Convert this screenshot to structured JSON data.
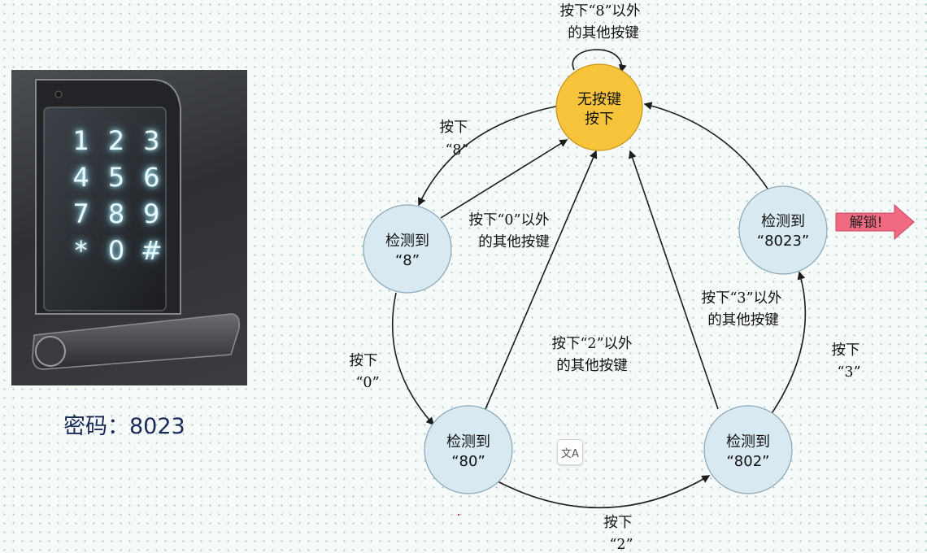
{
  "keypad": {
    "keys": [
      "1",
      "2",
      "3",
      "4",
      "5",
      "6",
      "7",
      "8",
      "9",
      "*",
      "0",
      "#"
    ]
  },
  "password": {
    "text": "密码：8023"
  },
  "diagram": {
    "states": {
      "start": [
        "无按键",
        "按下"
      ],
      "s8": [
        "检测到",
        "“8”"
      ],
      "s80": [
        "检测到",
        "“80”"
      ],
      "s802": [
        "检测到",
        "“802”"
      ],
      "s8023": [
        "检测到",
        "“8023”"
      ]
    },
    "edges": {
      "self_loop": [
        "按下“8”以外",
        "的其他按键"
      ],
      "start_to_8": [
        "按下",
        "“8”"
      ],
      "from8_back": [
        "按下“0”以外",
        "的其他按键"
      ],
      "e8_to_80": [
        "按下",
        "“0”"
      ],
      "from80_back": [
        "按下“2”以外",
        "的其他按键"
      ],
      "e80_to_802": [
        "按下",
        "“2”"
      ],
      "from802_back": [
        "按下“3”以外",
        "的其他按键"
      ],
      "e802_to_8023": [
        "按下",
        "“3”"
      ]
    },
    "unlock_label": "解锁!"
  },
  "translate_icon": "文A",
  "colors": {
    "start_state": "#f6c33a",
    "normal_state": "#d8e9f2",
    "unlock_arrow": "#f06a82",
    "password_text": "#1a2a58"
  }
}
